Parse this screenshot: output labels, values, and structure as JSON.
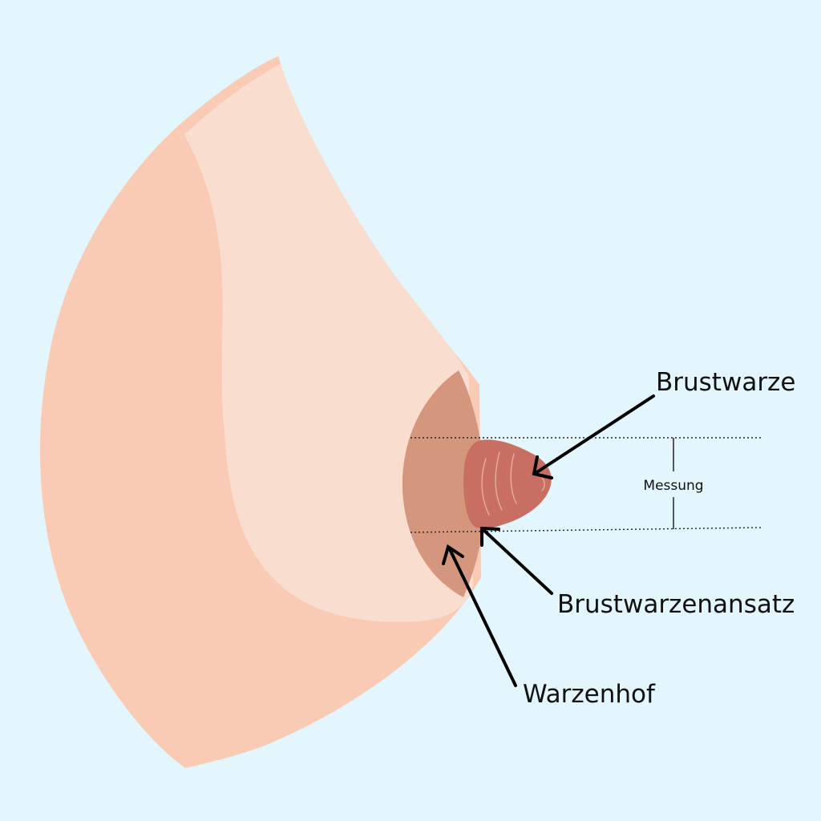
{
  "labels": {
    "nipple": "Brustwarze",
    "nipple_base": "Brustwarzenansatz",
    "areola": "Warzenhof",
    "measurement": "Messung"
  },
  "colors": {
    "background": "#e3f6fd",
    "breast_outer": "#f9cbb4",
    "breast_highlight": "#f9ded0",
    "areola": "#d4977d",
    "nipple": "#c86e62",
    "text": "#111111"
  }
}
